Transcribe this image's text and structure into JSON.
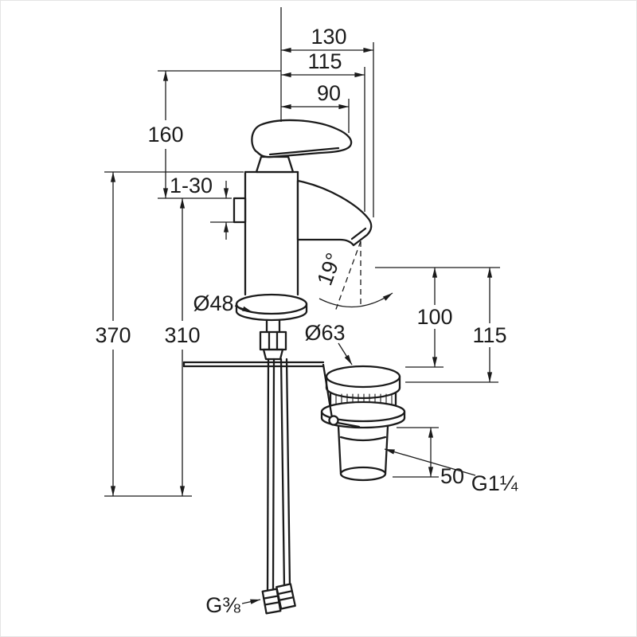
{
  "drawing": {
    "kind": "basin-mixer-technical-drawing",
    "background": "#ffffff",
    "line_color": "#1b1b1b",
    "labels": {
      "proj_130": "130",
      "proj_115": "115",
      "proj_90": "90",
      "height_160": "160",
      "clamp_range": "1-30",
      "dia_base": "Ø48",
      "height_370": "370",
      "height_310": "310",
      "dia_drain": "Ø63",
      "spout_angle": "19°",
      "height_100": "100",
      "height_115_right": "115",
      "drain_height_50": "50",
      "thread_drain": "G1¼",
      "thread_hose": "G⅜"
    }
  }
}
